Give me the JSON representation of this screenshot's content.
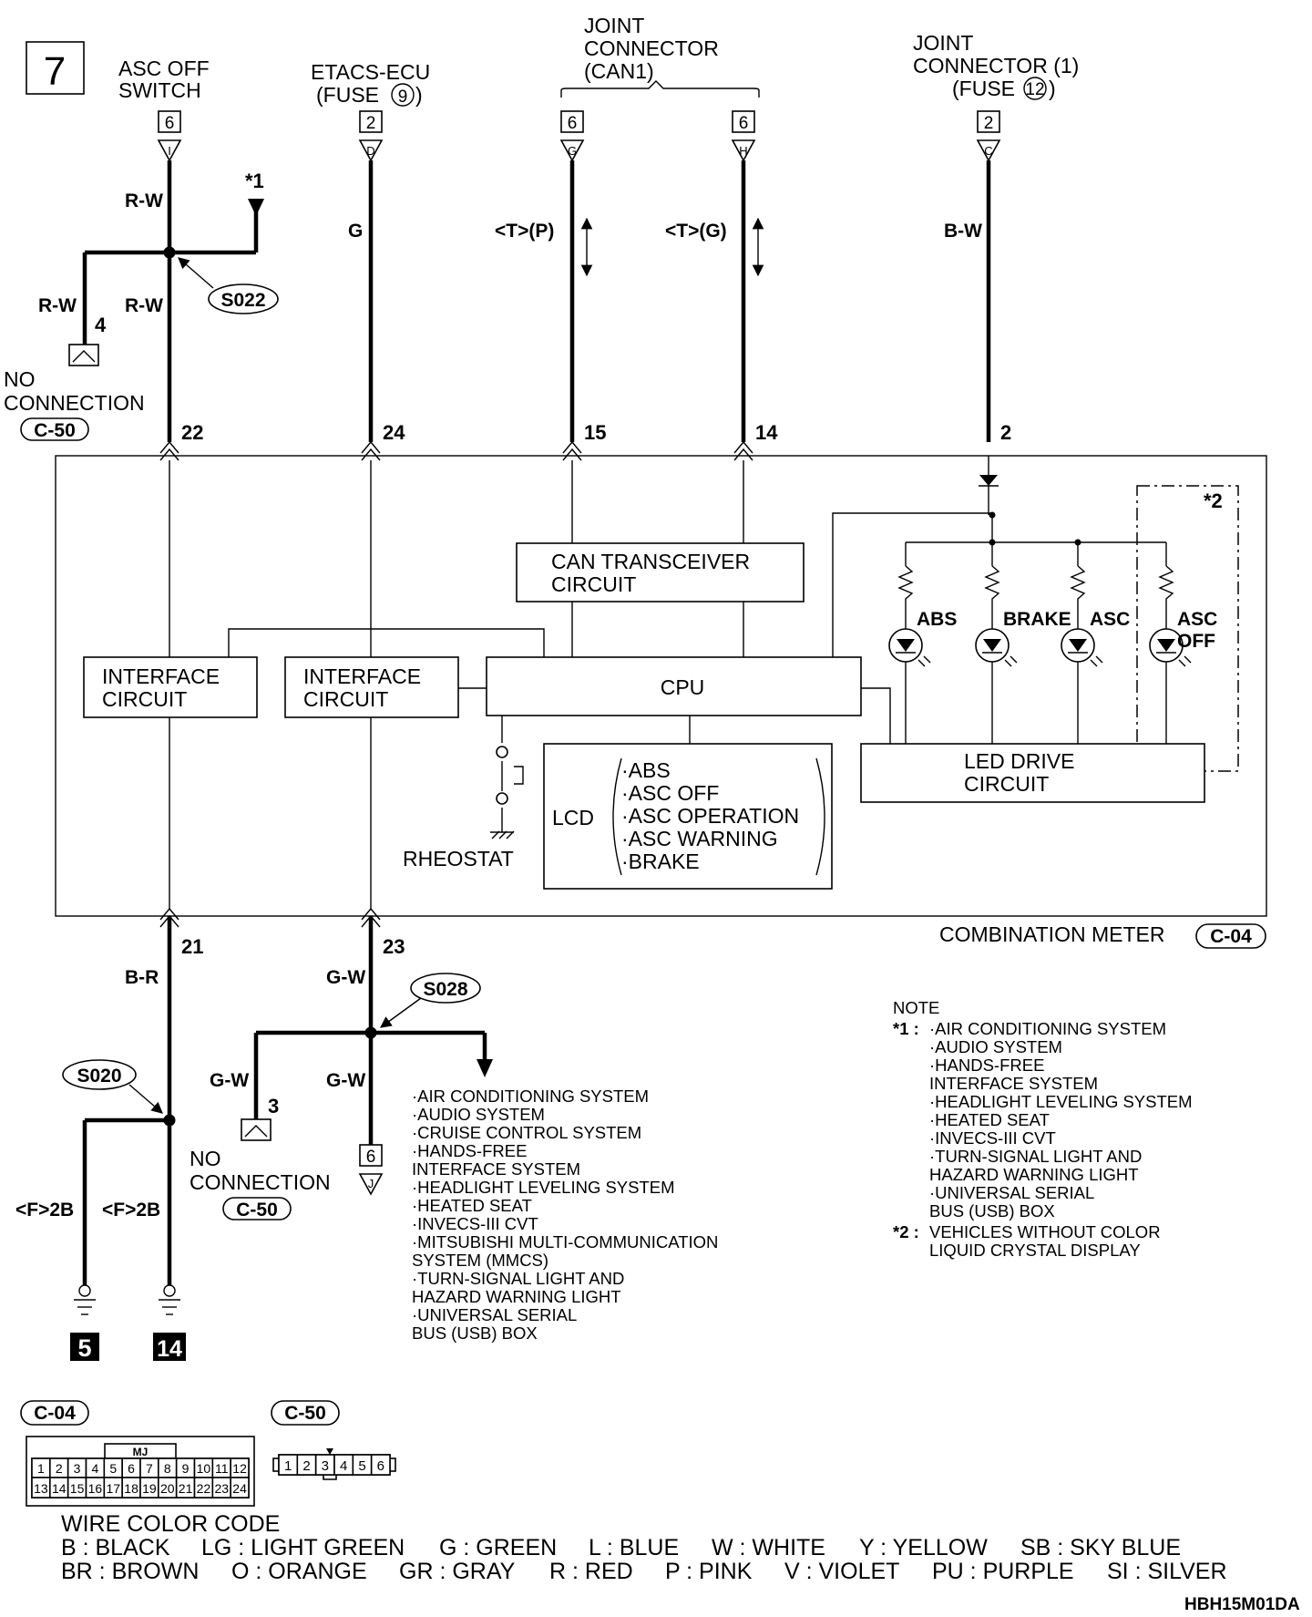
{
  "page_number": "7",
  "top_components": {
    "asc_off_switch": [
      "ASC OFF",
      "SWITCH"
    ],
    "etacs_ecu": [
      "ETACS-ECU",
      "(FUSE",
      ")"
    ],
    "etacs_fuse_number": "9",
    "joint_can1": [
      "JOINT",
      "CONNECTOR",
      "(CAN1)"
    ],
    "joint_1": [
      "JOINT",
      "CONNECTOR (1)",
      "(FUSE",
      ")"
    ],
    "joint_1_fuse_number": "12"
  },
  "connectors": {
    "asc_off": {
      "number": "6",
      "pin": "I"
    },
    "etacs": {
      "number": "2",
      "pin": "D"
    },
    "can_g": {
      "number": "6",
      "pin": "G"
    },
    "can_h": {
      "number": "6",
      "pin": "H"
    },
    "joint1": {
      "number": "2",
      "pin": "C"
    },
    "bottom_j": {
      "number": "6",
      "pin": "J"
    }
  },
  "wire_labels": {
    "rw_top": "R-W",
    "rw_left": "R-W",
    "rw_mid": "R-W",
    "g": "G",
    "tp": "<T>(P)",
    "tg": "<T>(G)",
    "bw": "B-W",
    "br": "B-R",
    "gw_top": "G-W",
    "gw_left": "G-W",
    "gw_mid": "G-W",
    "f2b_left": "<F>2B",
    "f2b_right": "<F>2B"
  },
  "splices": {
    "s022": "S022",
    "s028": "S028",
    "s020": "S020"
  },
  "notes_markers": {
    "star1": "*1",
    "star2": "*2"
  },
  "pins": {
    "p22": "22",
    "p24": "24",
    "p15": "15",
    "p14": "14",
    "p2": "2",
    "p21": "21",
    "p23": "23",
    "p4": "4",
    "p3": "3"
  },
  "no_connection_top": [
    "NO",
    "CONNECTION"
  ],
  "no_connection_bottom": [
    "NO",
    "CONNECTION"
  ],
  "connector_c50": "C-50",
  "connector_c04": "C-04",
  "meter": {
    "can_transceiver": [
      "CAN TRANSCEIVER",
      "CIRCUIT"
    ],
    "interface_1": [
      "INTERFACE",
      "CIRCUIT"
    ],
    "interface_2": [
      "INTERFACE",
      "CIRCUIT"
    ],
    "cpu": "CPU",
    "lcd": "LCD",
    "lcd_items": [
      "·ABS",
      "·ASC OFF",
      "·ASC OPERATION",
      "·ASC WARNING",
      "·BRAKE"
    ],
    "rheostat": "RHEOSTAT",
    "led_drive": [
      "LED DRIVE",
      "CIRCUIT"
    ],
    "leds": [
      "ABS",
      "BRAKE",
      "ASC"
    ],
    "led_asc_off": [
      "ASC",
      "OFF"
    ],
    "title": "COMBINATION METER"
  },
  "grounds": {
    "g5": "5",
    "g14": "14"
  },
  "s028_branch_list": [
    "·AIR CONDITIONING SYSTEM",
    "·AUDIO SYSTEM",
    "·CRUISE CONTROL SYSTEM",
    "·HANDS-FREE",
    " INTERFACE SYSTEM",
    "·HEADLIGHT LEVELING SYSTEM",
    "·HEATED SEAT",
    "·INVECS-III CVT",
    "·MITSUBISHI MULTI-COMMUNICATION",
    " SYSTEM (MMCS)",
    "·TURN-SIGNAL LIGHT AND",
    " HAZARD WARNING LIGHT",
    "·UNIVERSAL SERIAL",
    " BUS (USB) BOX"
  ],
  "note": {
    "heading": "NOTE",
    "star1_label": "*1 :",
    "star1_items": [
      "·AIR CONDITIONING SYSTEM",
      "·AUDIO SYSTEM",
      "·HANDS-FREE",
      " INTERFACE SYSTEM",
      "·HEADLIGHT LEVELING SYSTEM",
      "·HEATED SEAT",
      "·INVECS-III CVT",
      "·TURN-SIGNAL LIGHT AND",
      " HAZARD WARNING LIGHT",
      "·UNIVERSAL SERIAL",
      " BUS (USB) BOX"
    ],
    "star2_label": "*2 :",
    "star2_items": [
      "VEHICLES WITHOUT COLOR",
      "LIQUID CRYSTAL DISPLAY"
    ]
  },
  "c04_pins_top": [
    "1",
    "2",
    "3",
    "4",
    "5",
    "6",
    "7",
    "8",
    "9",
    "10",
    "11",
    "12"
  ],
  "c04_pins_bottom": [
    "13",
    "14",
    "15",
    "16",
    "17",
    "18",
    "19",
    "20",
    "21",
    "22",
    "23",
    "24"
  ],
  "c04_key": "MJ",
  "c50_pins": [
    "1",
    "2",
    "3",
    "4",
    "5",
    "6"
  ],
  "wire_color_code": {
    "title": "WIRE COLOR CODE",
    "row1": [
      "B : BLACK",
      "LG : LIGHT GREEN",
      "G : GREEN",
      "L : BLUE",
      "W : WHITE",
      "Y : YELLOW",
      "SB : SKY BLUE"
    ],
    "row2": [
      "BR : BROWN",
      "O : ORANGE",
      "GR : GRAY",
      "R : RED",
      "P : PINK",
      "V : VIOLET",
      "PU : PURPLE",
      "SI : SILVER"
    ]
  },
  "figure_code": "HBH15M01DA"
}
